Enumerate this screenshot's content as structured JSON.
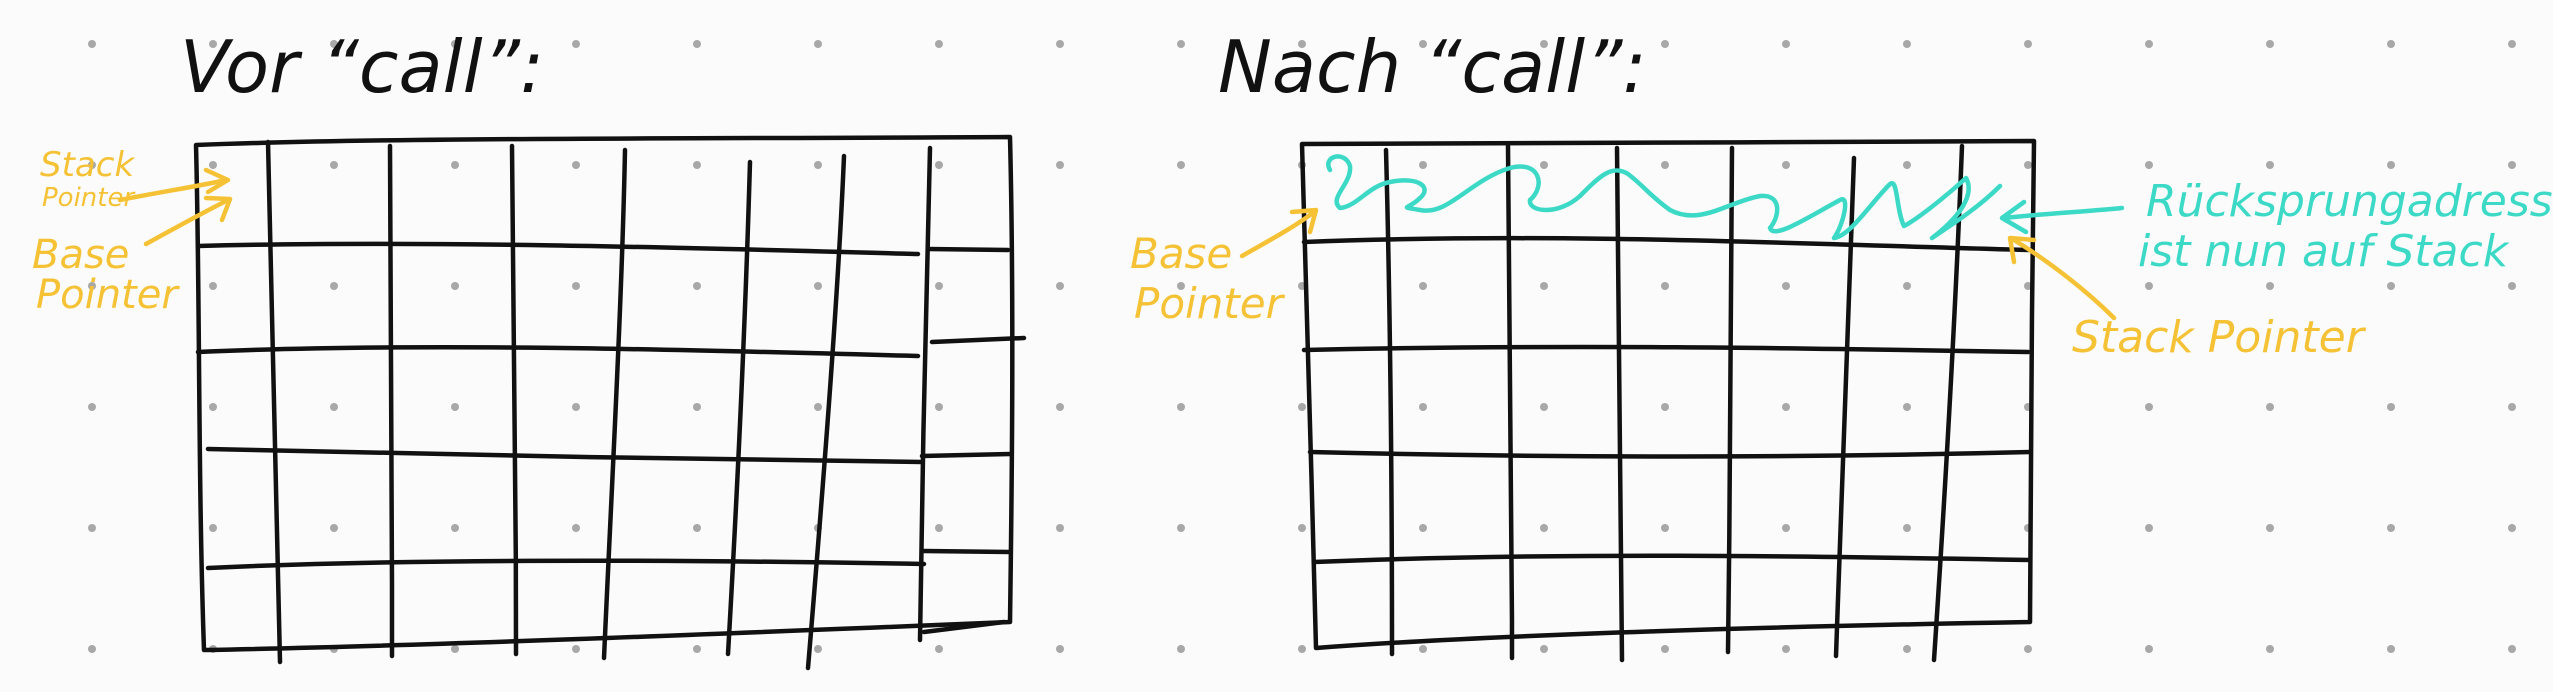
{
  "colors": {
    "ink": "#111111",
    "pointer_label": "#f5c235",
    "return_address": "#3cd9c6",
    "background": "#fbfbfb",
    "grid_dots": "#a8a8a8"
  },
  "left_panel": {
    "title": "Vor “call”:",
    "stack_pointer_label": [
      "Stack",
      "Pointer"
    ],
    "base_pointer_label": [
      "Base",
      "Pointer"
    ]
  },
  "right_panel": {
    "title": "Nach “call”:",
    "base_pointer_label": [
      "Base",
      "Pointer"
    ],
    "stack_pointer_label": "Stack Pointer",
    "return_address_note": [
      "Rücksprungadresse",
      "ist nun auf Stack"
    ]
  }
}
